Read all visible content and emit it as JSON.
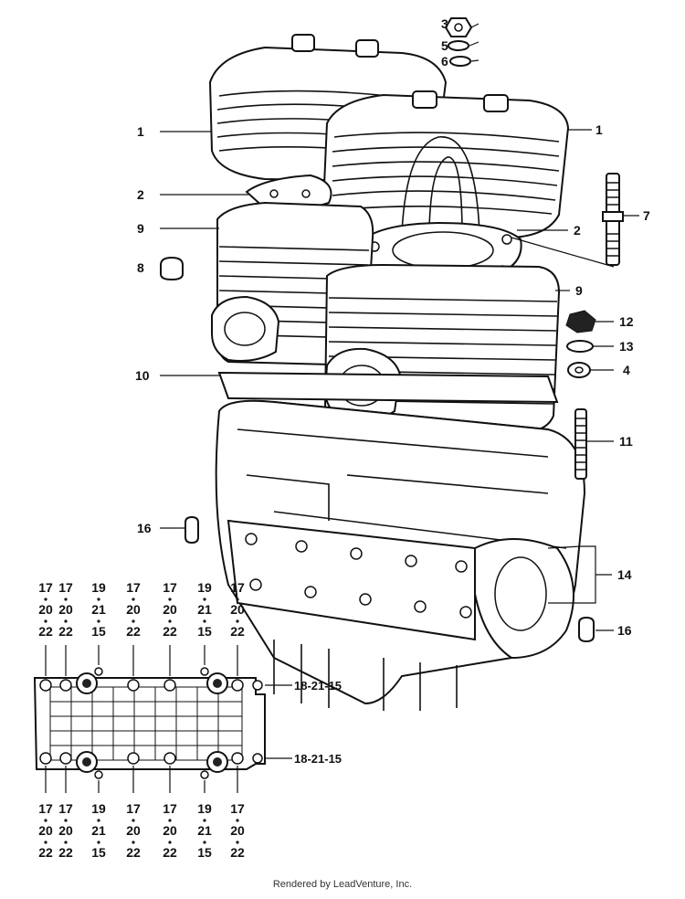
{
  "diagram": {
    "callouts": {
      "c1a": "1",
      "c1b": "1",
      "c2a": "2",
      "c2b": "2",
      "c3": "3",
      "c4": "4",
      "c5": "5",
      "c6": "6",
      "c7": "7",
      "c8": "8",
      "c9a": "9",
      "c9b": "9",
      "c10": "10",
      "c11": "11",
      "c12": "12",
      "c13": "13",
      "c14": "14",
      "c16a": "16",
      "c16b": "16",
      "side_top": "18-21-15",
      "side_bottom": "18-21-15"
    },
    "top_columns": [
      [
        "17",
        "20",
        "22"
      ],
      [
        "17",
        "20",
        "22"
      ],
      [
        "19",
        "21",
        "15"
      ],
      [
        "17",
        "20",
        "22"
      ],
      [
        "17",
        "20",
        "22"
      ],
      [
        "19",
        "21",
        "15"
      ],
      [
        "17",
        "20",
        "22"
      ]
    ],
    "bottom_columns": [
      [
        "17",
        "20",
        "22"
      ],
      [
        "17",
        "20",
        "22"
      ],
      [
        "19",
        "21",
        "15"
      ],
      [
        "17",
        "20",
        "22"
      ],
      [
        "17",
        "20",
        "22"
      ],
      [
        "19",
        "21",
        "15"
      ],
      [
        "17",
        "20",
        "22"
      ]
    ]
  },
  "footer": {
    "text": "Rendered by LeadVenture, Inc."
  }
}
